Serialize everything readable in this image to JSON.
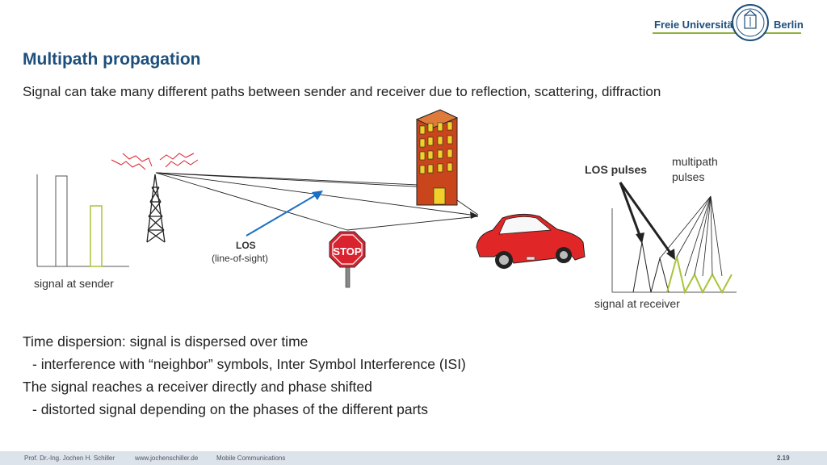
{
  "header": {
    "title": "Multipath propagation",
    "subtitle": "Signal can take many different paths between sender and receiver due to reflection, scattering, diffraction",
    "logo_left": "Freie Universität",
    "logo_right": "Berlin"
  },
  "diagram": {
    "signal_at_sender": "signal at sender",
    "los_label": "LOS",
    "los_sub": "(line-of-sight)",
    "los_pulses": "LOS pulses",
    "multipath_line1": "multipath",
    "multipath_line2": "pulses",
    "signal_at_receiver": "signal at receiver",
    "stop_sign": "STOP"
  },
  "body": {
    "line1": "Time dispersion: signal is dispersed over time",
    "line2": "- interference with “neighbor” symbols, Inter Symbol Interference (ISI)",
    "line3": "The signal reaches a receiver directly and phase shifted",
    "line4": "- distorted signal depending on the phases of the different parts"
  },
  "footer": {
    "author": "Prof. Dr.-Ing. Jochen H. Schiller",
    "website": "www.jochenschiller.de",
    "course": "Mobile Communications",
    "page": "2.19"
  },
  "colors": {
    "title": "#1d4f7c",
    "accent_green": "#a8c43a",
    "arrow_blue": "#1a6fc4",
    "stop_red": "#d9232f"
  }
}
